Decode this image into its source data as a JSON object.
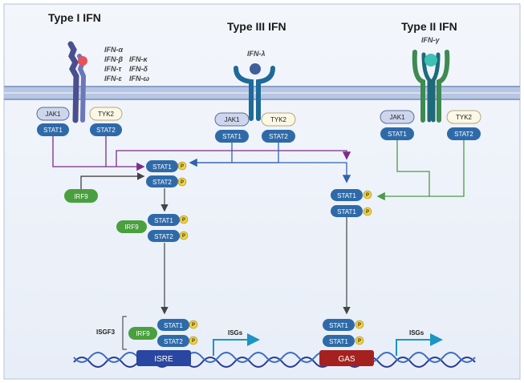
{
  "titles": {
    "type1": "Type I IFN",
    "type3": "Type III IFN",
    "type2": "Type II IFN"
  },
  "ligands": {
    "type1_col1": [
      "IFN-α",
      "IFN-β",
      "IFN-τ",
      "IFN-ε"
    ],
    "type1_col2": [
      "IFN-κ",
      "IFN-δ",
      "IFN-ω"
    ],
    "type3": "IFN-λ",
    "type2": "IFN-γ"
  },
  "receptor_proteins": {
    "jak1": "JAK1",
    "tyk2": "TYK2",
    "stat1": "STAT1",
    "stat2": "STAT2"
  },
  "complexes": {
    "stat1": "STAT1",
    "stat2": "STAT2",
    "irf9": "IRF9",
    "phospho": "P",
    "isgf3": "ISGF3"
  },
  "promoters": {
    "isre": "ISRE",
    "gas": "GAS"
  },
  "output": {
    "isgs": "ISGs"
  },
  "colors": {
    "background": "#eef3fb",
    "membrane": "#9fb3d6",
    "stat_pill": "#2f6aa8",
    "jak_pill": "#cdd6ec",
    "tyk_pill": "#fdf8e6",
    "irf9_pill": "#4aa03e",
    "phospho": "#f3d23a",
    "isre": "#2946a0",
    "gas": "#a5211f",
    "type1_path": "#7a2e86",
    "type3_path": "#2f63b0",
    "type2_path": "#4d9a4a",
    "isgs_arrow": "#1b95c4"
  }
}
